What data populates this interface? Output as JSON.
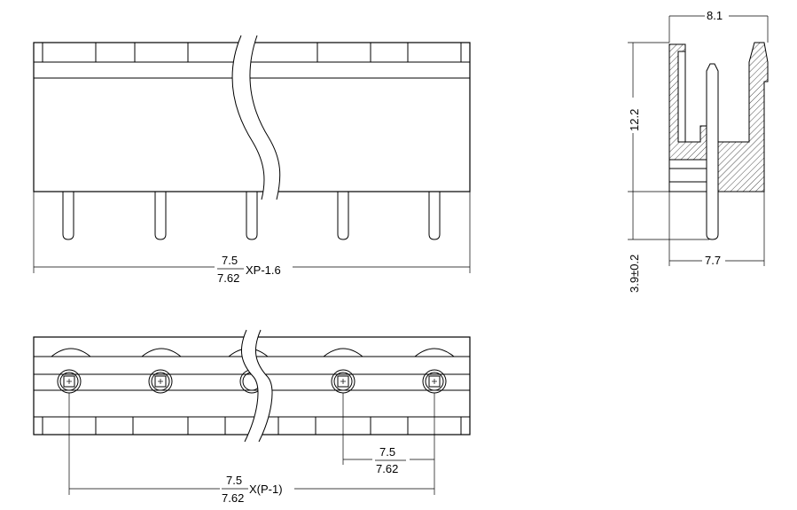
{
  "front_view": {
    "dim_pitch_a": "7.5",
    "dim_pitch_b": "7.62",
    "dim_formula": "XP-1.6"
  },
  "side_view": {
    "dim_width_top": "8.1",
    "dim_height": "12.2",
    "dim_pin_length": "3.9±0.2",
    "dim_width_bottom": "7.7"
  },
  "bottom_view": {
    "dim_pitch_a": "7.5",
    "dim_pitch_b": "7.62",
    "dim_formula": "X(P-1)",
    "dim_single_a": "7.5",
    "dim_single_b": "7.62"
  }
}
